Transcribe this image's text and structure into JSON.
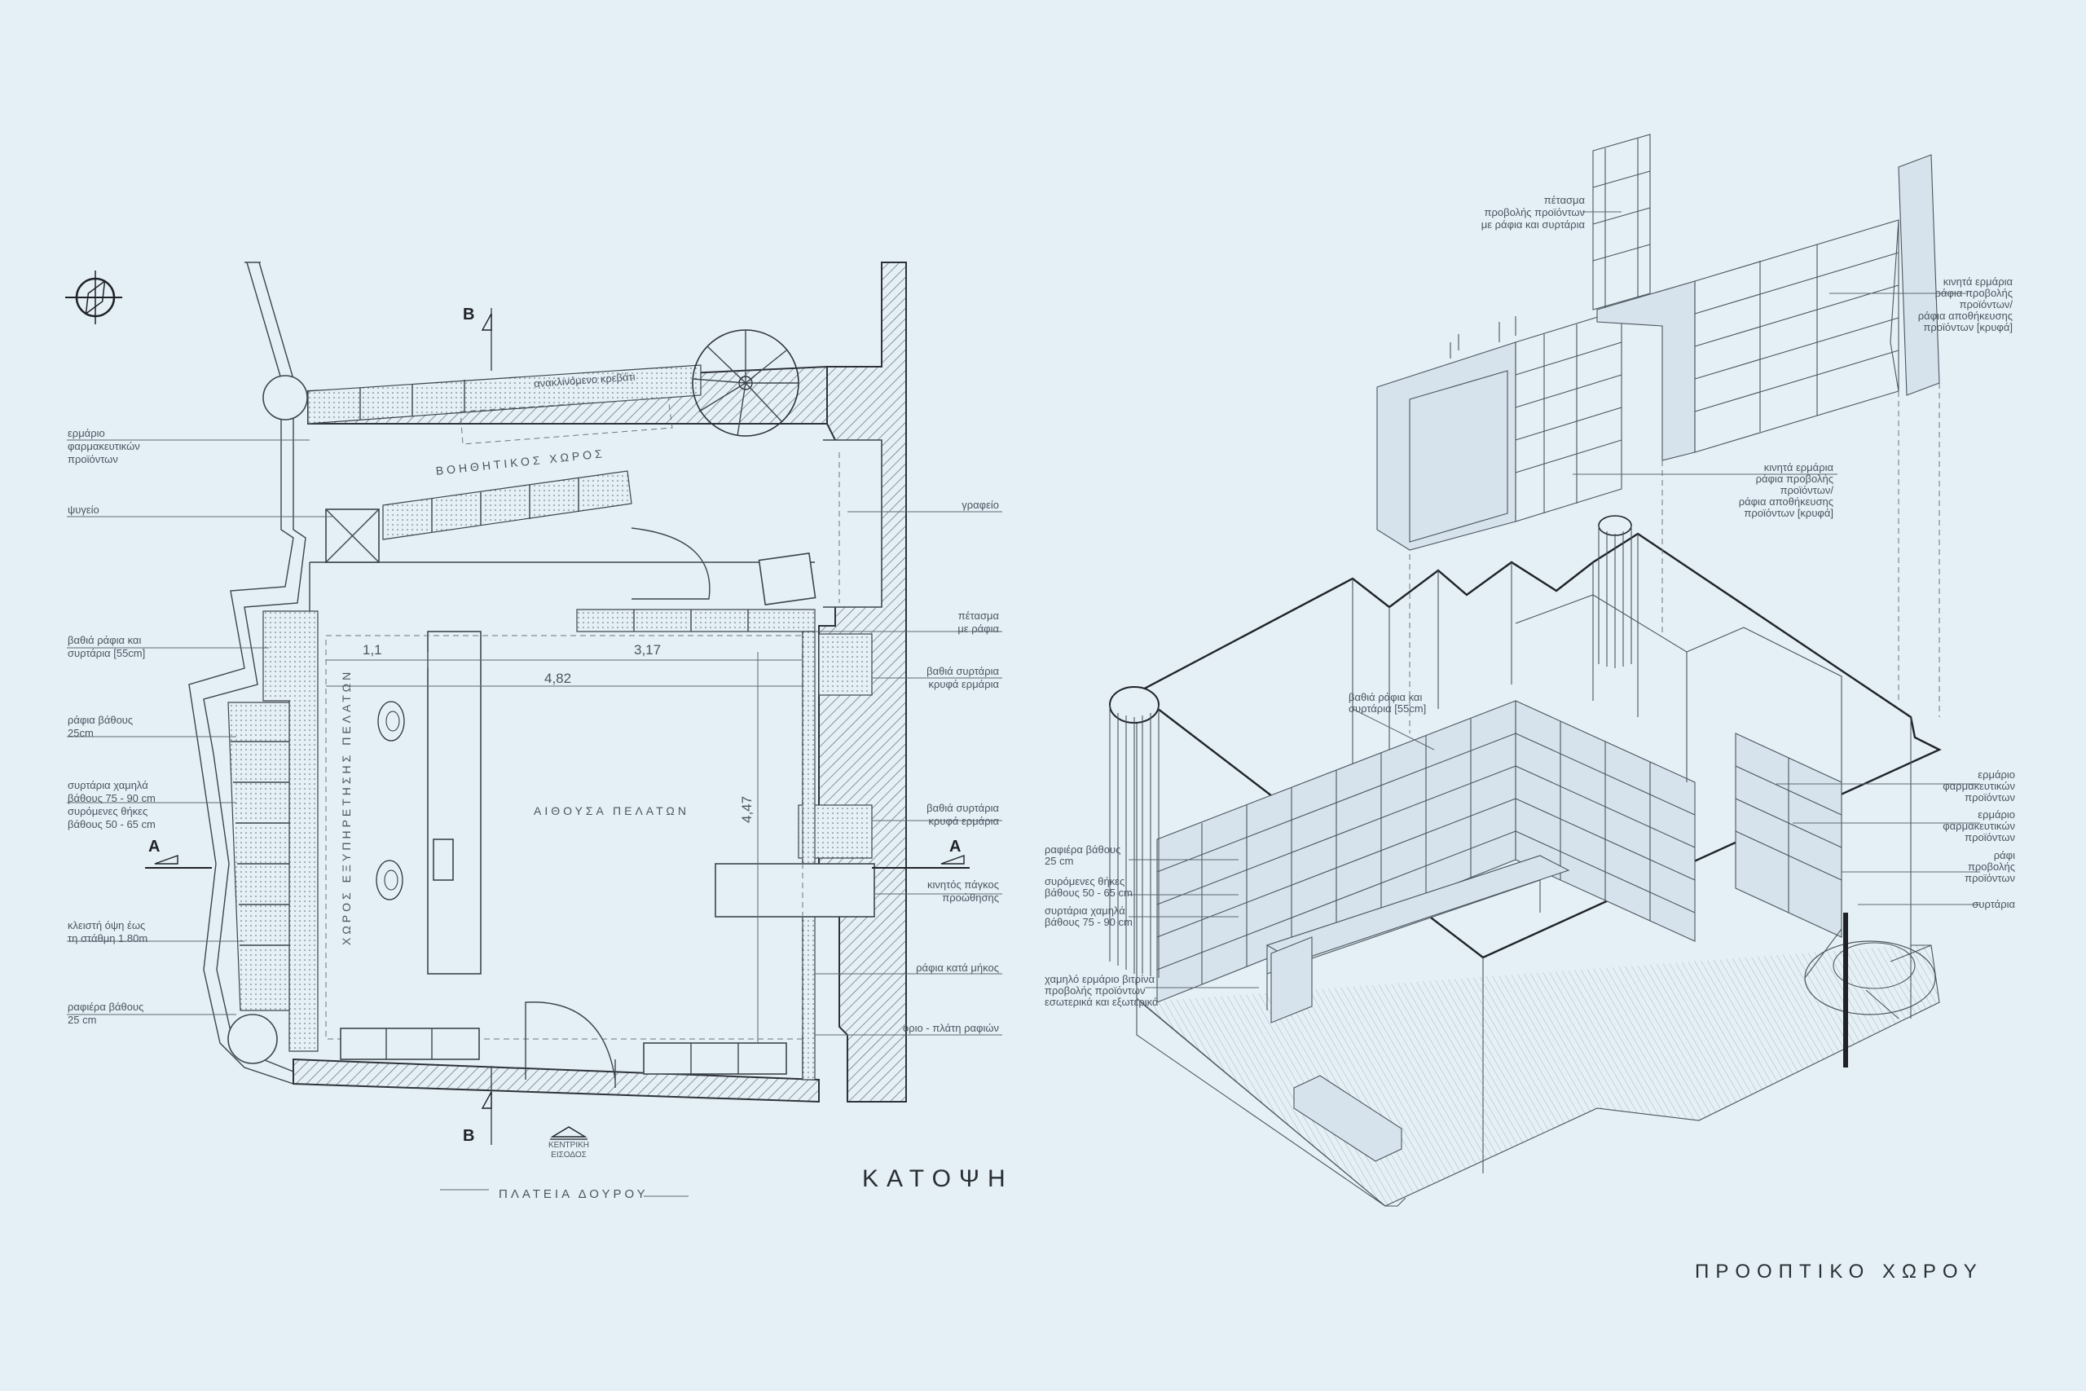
{
  "plan": {
    "title": "ΚΑΤΟΨΗ",
    "square": "ΠΛΑΤΕΙΑ ΔΟΥΡΟΥ",
    "entrance": [
      "ΚΕΝΤΡΙΚΗ",
      "ΕΙΣΟΔΟΣ"
    ],
    "rooms": {
      "aux": "ΒΟΗΘΗΤΙΚΟΣ ΧΩΡΟΣ",
      "hall": "ΑΙΘΟΥΣΑ ΠΕΛΑΤΩΝ",
      "service": "ΧΩΡΟΣ ΕΞΥΠΗΡΕΤΗΣΗΣ ΠΕΛΑΤΩΝ"
    },
    "bed": "ανακλινόμενο κρεβάτι",
    "sections": {
      "a": "A",
      "b": "B"
    },
    "dims": {
      "d1": "1,1",
      "d2": "3,17",
      "d3": "4,82",
      "d4": "4,47"
    },
    "left_labels": [
      [
        "ερμάριο",
        "φαρμακευτικών",
        "προϊόντων"
      ],
      [
        "ψυγείο"
      ],
      [
        "βαθιά ράφια και",
        "συρτάρια [55cm]"
      ],
      [
        "ράφια βάθους",
        "25cm"
      ],
      [
        "συρτάρια χαμηλά",
        "βάθους 75 - 90 cm",
        "συρόμενες θήκες",
        "βάθους 50 - 65 cm"
      ],
      [
        "κλειστή όψη έως",
        "τη στάθμη 1.80m"
      ],
      [
        "ραφιέρα βάθους",
        "25 cm"
      ]
    ],
    "right_labels": [
      [
        "γραφείο"
      ],
      [
        "πέτασμα",
        "με ράφια"
      ],
      [
        "βαθιά συρτάρια",
        "κρυφά ερμάρια"
      ],
      [
        "βαθιά συρτάρια",
        "κρυφά ερμάρια"
      ],
      [
        "κινητός πάγκος",
        "προώθησης"
      ],
      [
        "ράφια κατά μήκος"
      ],
      [
        "όριο - πλάτη ραφιών"
      ]
    ]
  },
  "iso": {
    "title": "ΠΡΟΟΠΤΙΚΟ ΧΩΡΟΥ",
    "top_left": [
      "πέτασμα",
      "προβολής προϊόντων",
      "με ράφια και συρτάρια"
    ],
    "top_right": [
      "κινητά ερμάρια",
      "ράφια προβολής",
      "προϊόντων/",
      "ράφια αποθήκευσης",
      "προϊόντων [κρυφά]"
    ],
    "mid_right": [
      "κινητά ερμάρια",
      "ράφια προβολής",
      "προϊόντων/",
      "ράφια αποθήκευσης",
      "προϊόντων [κρυφά]"
    ],
    "inner": [
      "βαθιά ράφια και",
      "συρτάρια [55cm]"
    ],
    "left_labels": [
      [
        "ραφιέρα βάθους",
        "25 cm"
      ],
      [
        "συρόμενες θήκες",
        "βάθους 50 - 65 cm"
      ],
      [
        "συρτάρια χαμηλά",
        "βάθους 75 - 90 cm"
      ],
      [
        "χαμηλό ερμάριο βιτρίνα",
        "προβολής προϊόντων",
        "εσωτερικά και εξωτερικά"
      ]
    ],
    "right_labels": [
      [
        "ερμάριο",
        "φαρμακευτικών",
        "προϊόντων"
      ],
      [
        "ερμάριο",
        "φαρμακευτικών",
        "προϊόντων"
      ],
      [
        "ράφι",
        "προβολής",
        "προϊόντων"
      ],
      [
        "συρτάρια"
      ]
    ]
  }
}
